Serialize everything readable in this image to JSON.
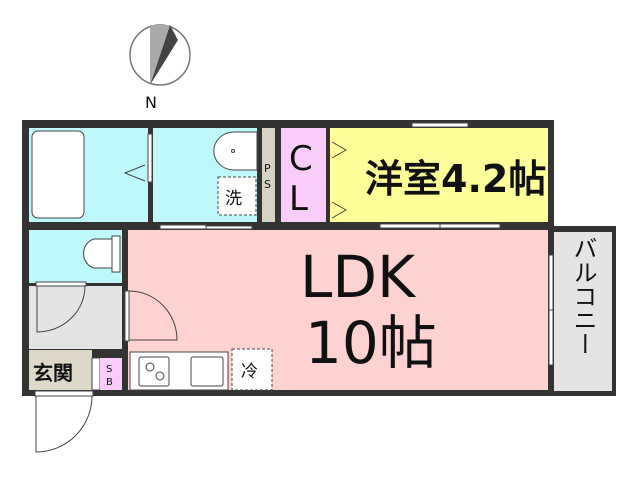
{
  "compass": {
    "label": "N"
  },
  "rooms": {
    "western_room": {
      "label": "洋室4.2帖",
      "color": "#ffff99"
    },
    "closet": {
      "line1": "C",
      "line2": "L",
      "color": "#f9ccf9"
    },
    "pipe_space": {
      "line1": "P",
      "line2": "S"
    },
    "washer": {
      "label": "洗"
    },
    "ldk": {
      "line1": "LDK",
      "line2": "10帖",
      "color": "#ffd2d2"
    },
    "balcony": {
      "label": "バルコニー"
    },
    "entrance": {
      "label": "玄関"
    },
    "shoe_box": {
      "line1": "S",
      "line2": "B"
    },
    "fridge": {
      "label": "冷"
    },
    "wet_area_color": "#bff8fb"
  }
}
